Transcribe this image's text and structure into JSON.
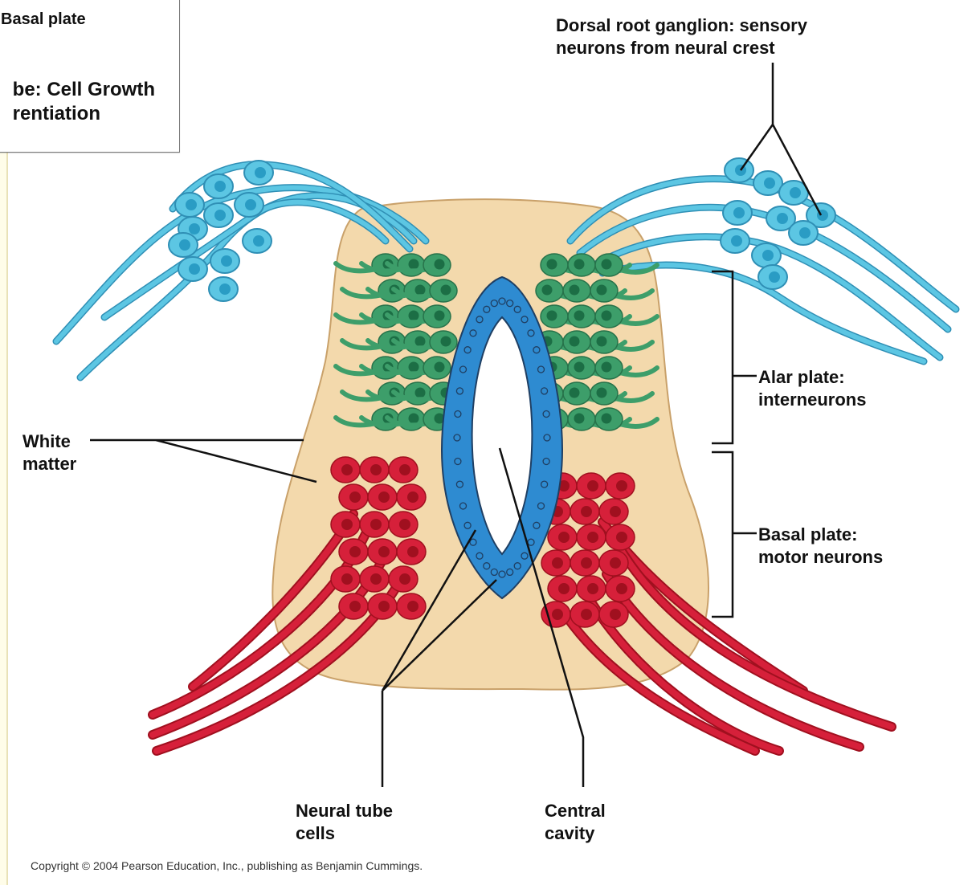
{
  "overlay": {
    "line1": "Basal plate",
    "line2": "be: Cell Growth\nrentiation"
  },
  "labels": {
    "drg": "Dorsal root ganglion: sensory\nneurons from neural crest",
    "alar": "Alar plate:\ninterneurons",
    "basal": "Basal plate:\nmotor neurons",
    "white_matter": "White\nmatter",
    "neural_tube_cells": "Neural tube\ncells",
    "central_cavity": "Central\ncavity"
  },
  "copyright": "Copyright © 2004 Pearson Education, Inc., publishing as Benjamin Cummings.",
  "colors": {
    "tissue": "#f3d9ac",
    "tissue_outline": "#c9a16a",
    "sensory": "#5cc6e3",
    "sensory_nucleus": "#2a9cc4",
    "interneuron": "#3d9e6a",
    "interneuron_nucleus": "#1c6e45",
    "motor": "#d6203a",
    "motor_nucleus": "#a0101f",
    "neural_tube": "#2e8bd1",
    "outline": "#1f3f63"
  }
}
